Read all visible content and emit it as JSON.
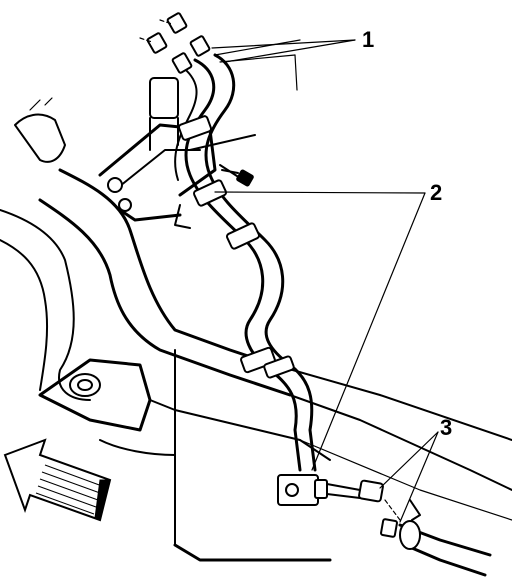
{
  "callouts": [
    {
      "label": "1"
    },
    {
      "label": "2"
    },
    {
      "label": "3"
    }
  ],
  "icons": {
    "direction": "front-arrow-icon"
  }
}
